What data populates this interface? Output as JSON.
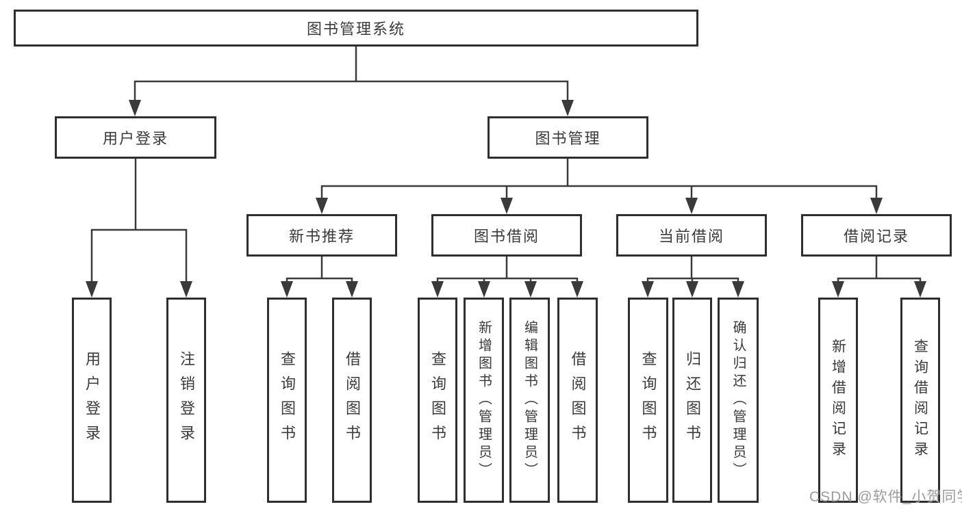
{
  "tree": {
    "root": {
      "label": "图书管理系统"
    },
    "branches": [
      {
        "label": "用户登录",
        "leaves": [
          {
            "label": "用户登录"
          },
          {
            "label": "注销登录"
          }
        ]
      },
      {
        "label": "图书管理",
        "sections": [
          {
            "label": "新书推荐",
            "leaves": [
              {
                "label": "查询图书"
              },
              {
                "label": "借阅图书"
              }
            ]
          },
          {
            "label": "图书借阅",
            "leaves": [
              {
                "label": "查询图书"
              },
              {
                "label": "新增图书（管理员）"
              },
              {
                "label": "编辑图书（管理员）"
              },
              {
                "label": "借阅图书"
              }
            ]
          },
          {
            "label": "当前借阅",
            "leaves": [
              {
                "label": "查询图书"
              },
              {
                "label": "归还图书"
              },
              {
                "label": "确认归还（管理员）"
              }
            ]
          },
          {
            "label": "借阅记录",
            "leaves": [
              {
                "label": "新增借阅记录"
              },
              {
                "label": "查询借阅记录"
              }
            ]
          }
        ]
      }
    ]
  },
  "watermark": {
    "text": "CSDN @软件_小贺同学"
  },
  "colors": {
    "background": "#ffffff",
    "box_border": "#2e2e2e",
    "line": "#3a3a3a",
    "text": "#3a3a3a",
    "watermark": "#9b9b9b"
  }
}
